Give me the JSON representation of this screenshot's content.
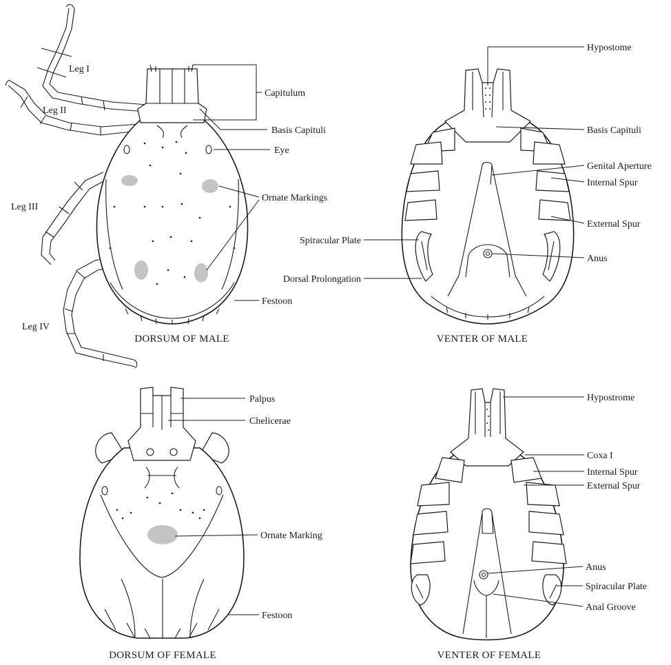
{
  "panels": {
    "dorsum_male": {
      "caption": "DORSUM OF MALE",
      "labels": {
        "leg1": "Leg I",
        "leg2": "Leg II",
        "leg3": "Leg III",
        "leg4": "Leg IV",
        "capitulum": "Capitulum",
        "basis_capituli": "Basis Capituli",
        "eye": "Eye",
        "ornate_markings": "Ornate Markings",
        "festoon": "Festoon"
      }
    },
    "venter_male": {
      "caption": "VENTER OF MALE",
      "labels": {
        "hypostome": "Hypostome",
        "basis_capituli": "Basis Capituli",
        "genital_aperture": "Genital Aperture",
        "internal_spur": "Internal Spur",
        "external_spur": "External Spur",
        "spiracular_plate": "Spiracular Plate",
        "anus": "Anus",
        "dorsal_prolongation": "Dorsal Prolongation"
      }
    },
    "dorsum_female": {
      "caption": "DORSUM OF FEMALE",
      "labels": {
        "palpus": "Palpus",
        "chelicerae": "Chelicerae",
        "ornate_marking": "Ornate Marking",
        "festoon": "Festoon"
      }
    },
    "venter_female": {
      "caption": "VENTER OF FEMALE",
      "labels": {
        "hypostrome": "Hypostrome",
        "coxa1": "Coxa I",
        "internal_spur": "Internal Spur",
        "external_spur": "External Spur",
        "anus": "Anus",
        "spiracular_plate": "Spiracular Plate",
        "anal_groove": "Anal Groove"
      }
    }
  }
}
